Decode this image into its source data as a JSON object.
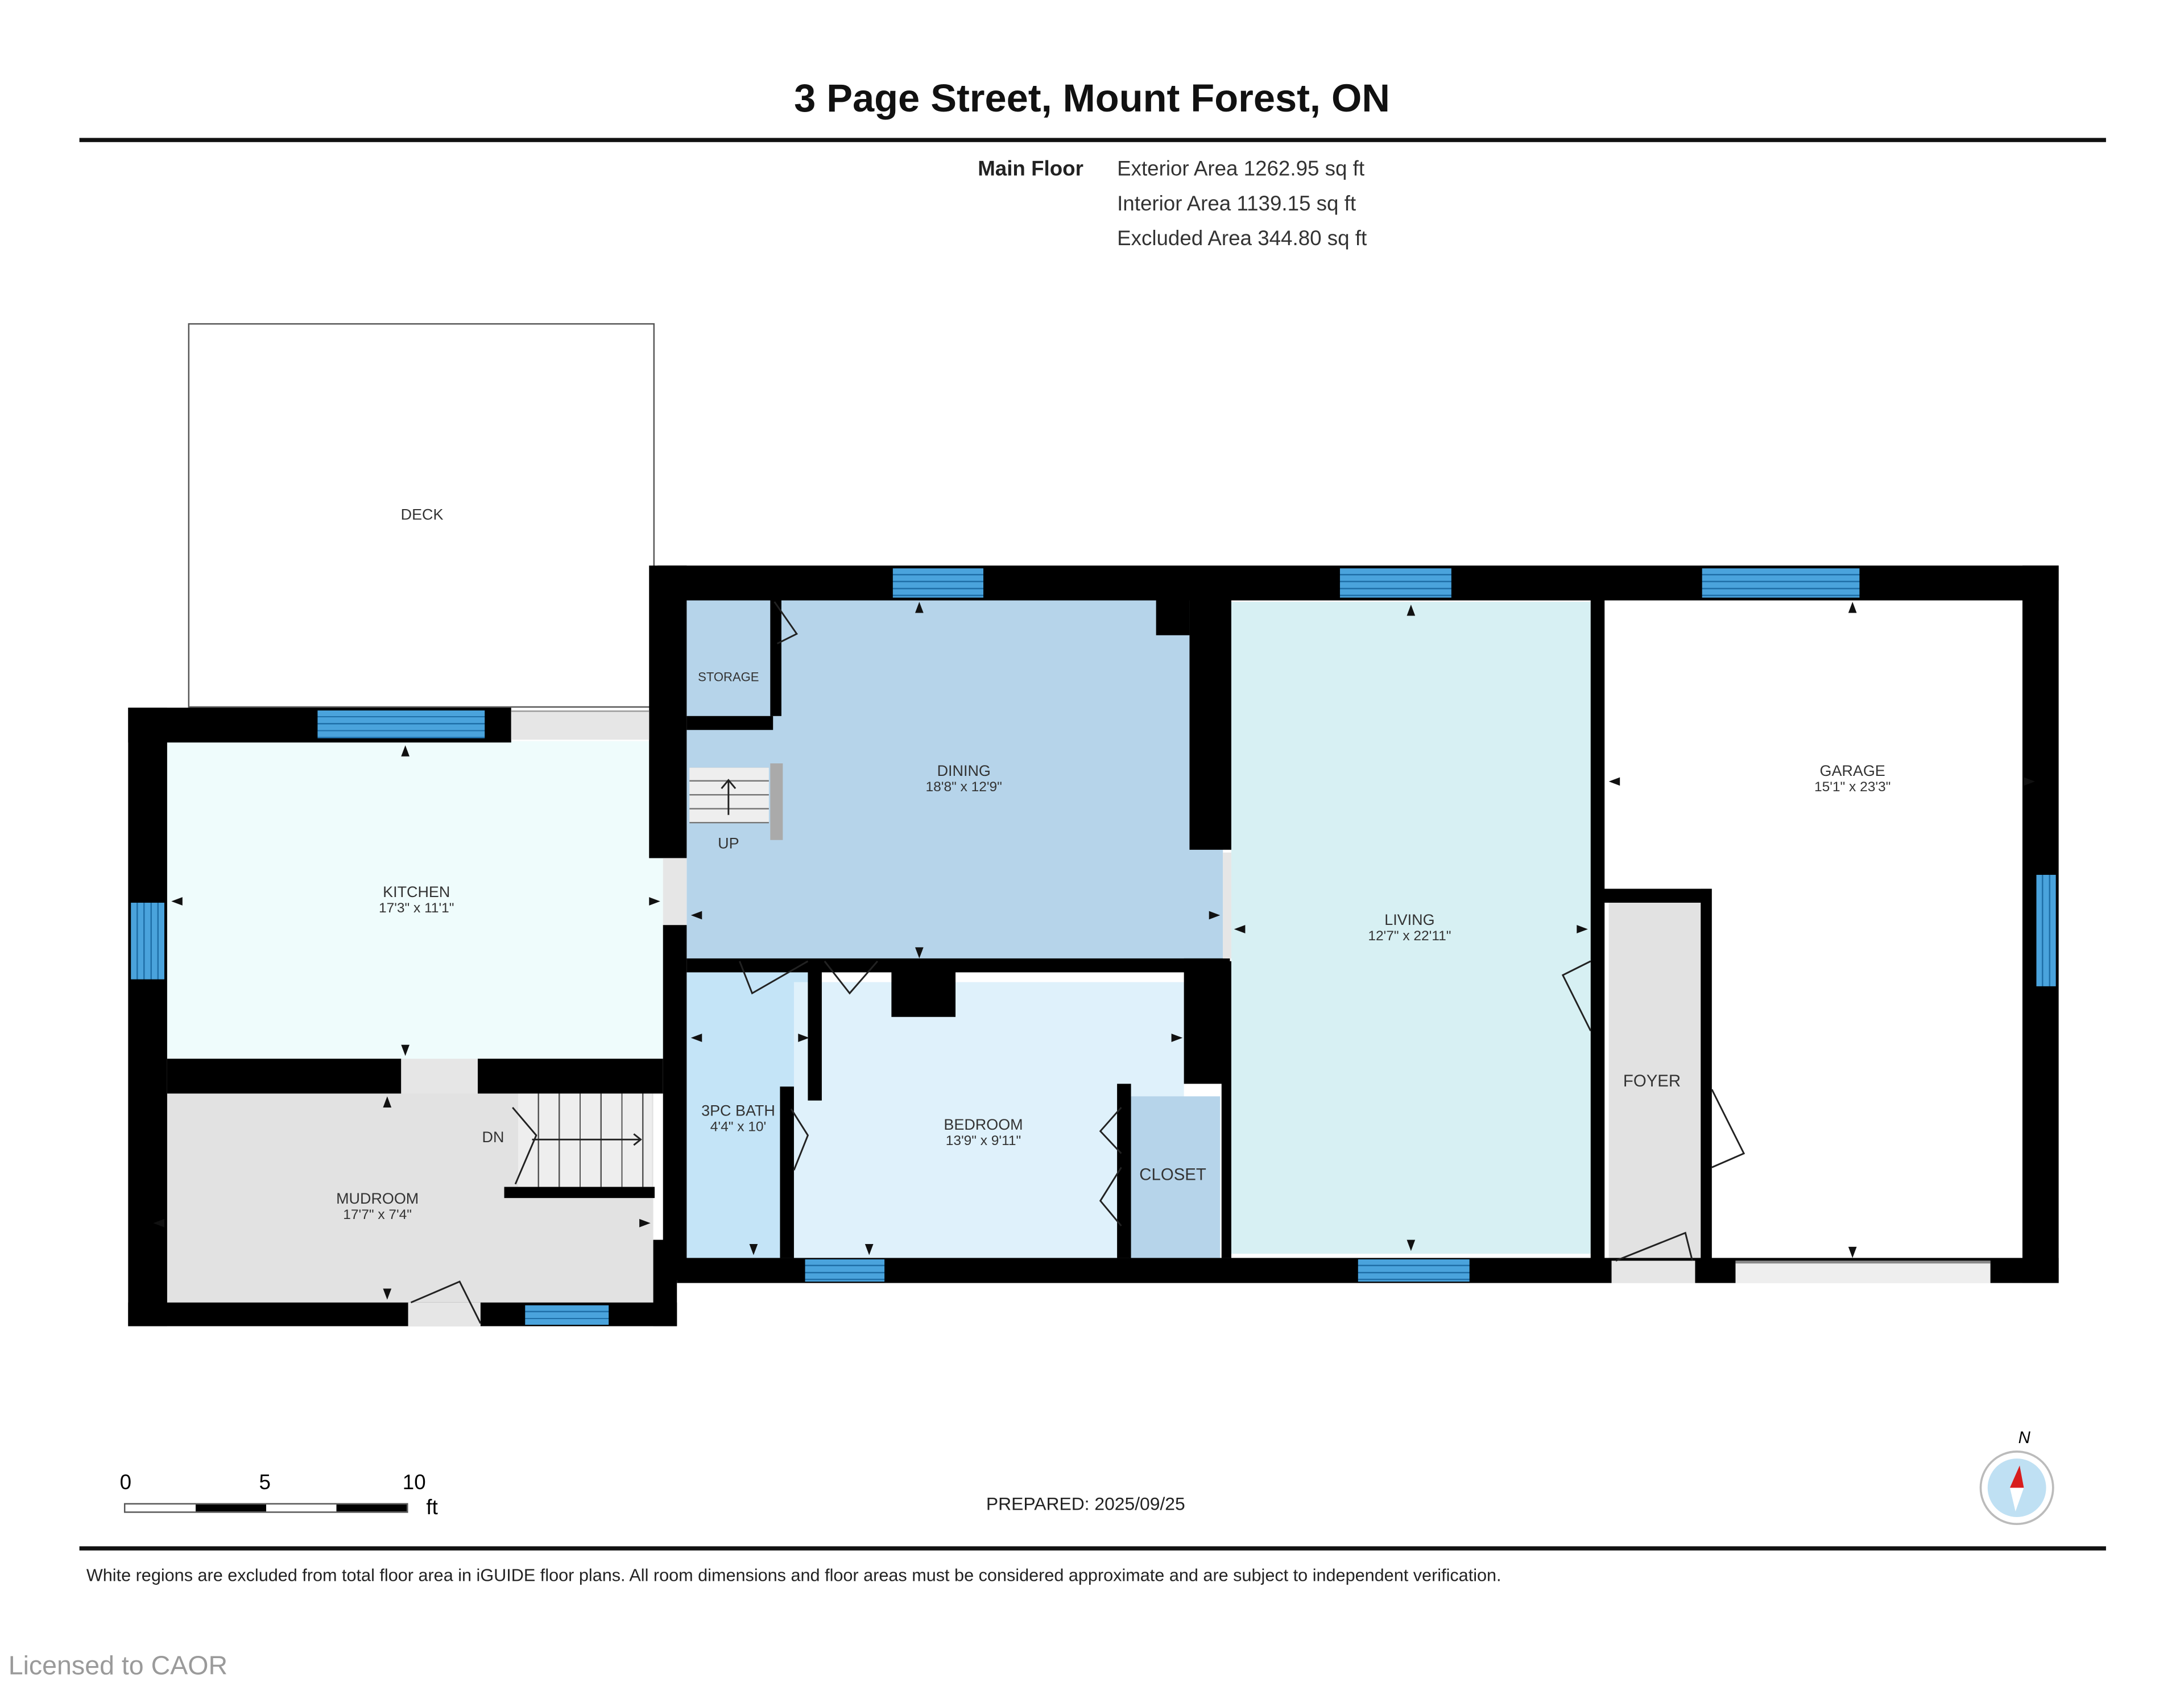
{
  "header": {
    "title": "3 Page Street, Mount Forest, ON",
    "floor_name": "Main Floor",
    "exterior_area": "Exterior Area 1262.95 sq ft",
    "interior_area": "Interior Area 1139.15 sq ft",
    "excluded_area": "Excluded Area 344.80 sq ft"
  },
  "colors": {
    "wall": "#000000",
    "window": "#4aa3dc",
    "kitchen": "#effcfc",
    "dining": "#b6d4ea",
    "storage": "#b6d4ea",
    "living": "#d7f0f3",
    "bath": "#c4e4f7",
    "bedroom": "#dff1fb",
    "closet": "#b6d4ea",
    "mudroom": "#e2e2e2",
    "foyer": "#e2e2e2",
    "garage": "#ffffff",
    "deck": "#ffffff",
    "compass_needle": "#d81d1d"
  },
  "rooms": {
    "deck": {
      "name": "DECK"
    },
    "kitchen": {
      "name": "KITCHEN",
      "dims": "17'3\" x 11'1\""
    },
    "storage": {
      "name": "STORAGE"
    },
    "dining": {
      "name": "DINING",
      "dims": "18'8\" x 12'9\""
    },
    "living": {
      "name": "LIVING",
      "dims": "12'7\" x 22'11\""
    },
    "garage": {
      "name": "GARAGE",
      "dims": "15'1\" x 23'3\""
    },
    "foyer": {
      "name": "FOYER"
    },
    "bath": {
      "name": "3PC BATH",
      "dims": "4'4\" x 10'"
    },
    "bedroom": {
      "name": "BEDROOM",
      "dims": "13'9\" x 9'11\""
    },
    "closet": {
      "name": "CLOSET"
    },
    "mudroom": {
      "name": "MUDROOM",
      "dims": "17'7\" x 7'4\""
    }
  },
  "stairs": {
    "up_label": "UP",
    "down_label": "DN"
  },
  "scale_bar": {
    "ticks": [
      "0",
      "5",
      "10"
    ],
    "unit": "ft"
  },
  "compass": {
    "label": "N"
  },
  "prepared": "PREPARED: 2025/09/25",
  "disclaimer": "White regions are excluded from total floor area in iGUIDE floor plans. All room dimensions and floor areas must be considered approximate and are subject to independent verification.",
  "watermark": "Licensed to CAOR"
}
